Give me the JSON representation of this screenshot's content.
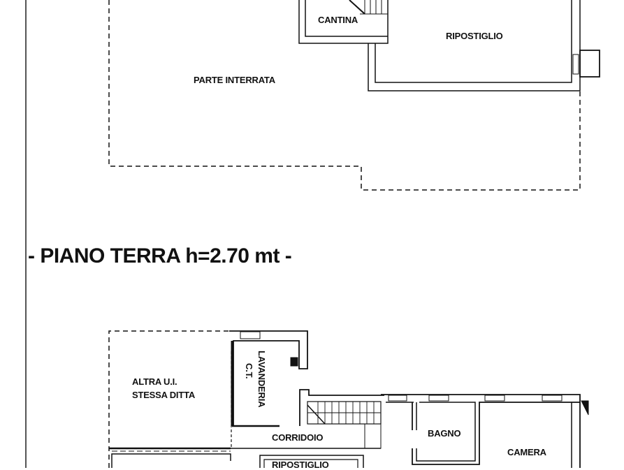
{
  "basement": {
    "rooms": {
      "cantina": "CANTINA",
      "ripostiglio": "RIPOSTIGLIO",
      "parte_interrata": "PARTE INTERRATA"
    }
  },
  "ground_floor": {
    "title": "- PIANO TERRA h=2.70 mt -",
    "rooms": {
      "altra_ui_line1": "ALTRA U.I.",
      "altra_ui_line2": "STESSA DITTA",
      "lavanderia": "LAVANDERIA",
      "ct": "C.T.",
      "corridoio": "CORRIDOIO",
      "ripostiglio": "RIPOSTIGLIO",
      "bagno": "BAGNO",
      "camera": "CAMERA"
    }
  },
  "colors": {
    "line": "#111111",
    "background": "#ffffff"
  }
}
